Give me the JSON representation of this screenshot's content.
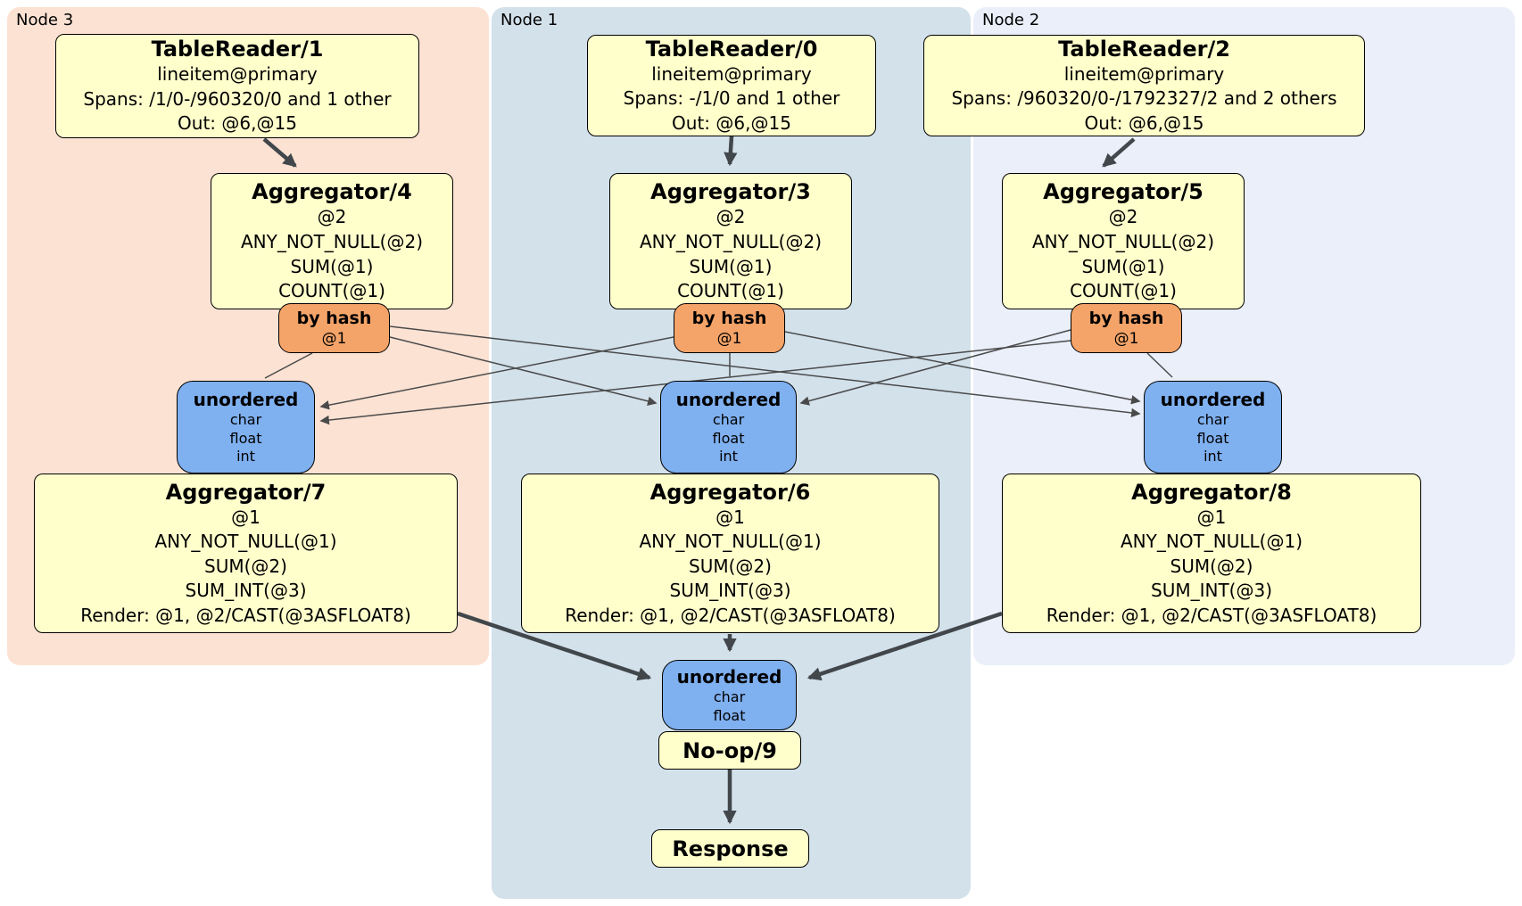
{
  "diagram": {
    "type": "distributed-sql-plan",
    "panels": [
      {
        "label": "Node 3"
      },
      {
        "label": "Node 1"
      },
      {
        "label": "Node 2"
      }
    ],
    "colors": {
      "node3_background": "#fce2d3",
      "node1_background": "#d3e1eb",
      "node2_background": "#eaeffa",
      "processor_box": "#ffffcc",
      "router_box": "#f5a469",
      "stream_box": "#7fb0f0",
      "edge": "#41474b"
    },
    "boxes": {
      "tr1": {
        "title": "TableReader/1",
        "lines": [
          "lineitem@primary",
          "Spans: /1/0-/960320/0 and 1 other",
          "Out: @6,@15"
        ]
      },
      "tr0": {
        "title": "TableReader/0",
        "lines": [
          "lineitem@primary",
          "Spans: -/1/0 and 1 other",
          "Out: @6,@15"
        ]
      },
      "tr2": {
        "title": "TableReader/2",
        "lines": [
          "lineitem@primary",
          "Spans: /960320/0-/1792327/2 and 2 others",
          "Out: @6,@15"
        ]
      },
      "agg4": {
        "title": "Aggregator/4",
        "lines": [
          "@2",
          "ANY_NOT_NULL(@2)",
          "SUM(@1)",
          "COUNT(@1)"
        ]
      },
      "agg3": {
        "title": "Aggregator/3",
        "lines": [
          "@2",
          "ANY_NOT_NULL(@2)",
          "SUM(@1)",
          "COUNT(@1)"
        ]
      },
      "agg5": {
        "title": "Aggregator/5",
        "lines": [
          "@2",
          "ANY_NOT_NULL(@2)",
          "SUM(@1)",
          "COUNT(@1)"
        ]
      },
      "hash4": {
        "title": "by hash",
        "sub": "@1"
      },
      "hash3": {
        "title": "by hash",
        "sub": "@1"
      },
      "hash5": {
        "title": "by hash",
        "sub": "@1"
      },
      "un_left": {
        "title": "unordered",
        "lines": [
          "char",
          "float",
          "int"
        ]
      },
      "un_mid": {
        "title": "unordered",
        "lines": [
          "char",
          "float",
          "int"
        ]
      },
      "un_right": {
        "title": "unordered",
        "lines": [
          "char",
          "float",
          "int"
        ]
      },
      "agg7": {
        "title": "Aggregator/7",
        "lines": [
          "@1",
          "ANY_NOT_NULL(@1)",
          "SUM(@2)",
          "SUM_INT(@3)",
          "Render: @1, @2/CAST(@3ASFLOAT8)"
        ]
      },
      "agg6": {
        "title": "Aggregator/6",
        "lines": [
          "@1",
          "ANY_NOT_NULL(@1)",
          "SUM(@2)",
          "SUM_INT(@3)",
          "Render: @1, @2/CAST(@3ASFLOAT8)"
        ]
      },
      "agg8": {
        "title": "Aggregator/8",
        "lines": [
          "@1",
          "ANY_NOT_NULL(@1)",
          "SUM(@2)",
          "SUM_INT(@3)",
          "Render: @1, @2/CAST(@3ASFLOAT8)"
        ]
      },
      "un_final": {
        "title": "unordered",
        "lines": [
          "char",
          "float"
        ]
      },
      "noop": {
        "title": "No-op/9"
      },
      "response": {
        "title": "Response"
      }
    }
  }
}
